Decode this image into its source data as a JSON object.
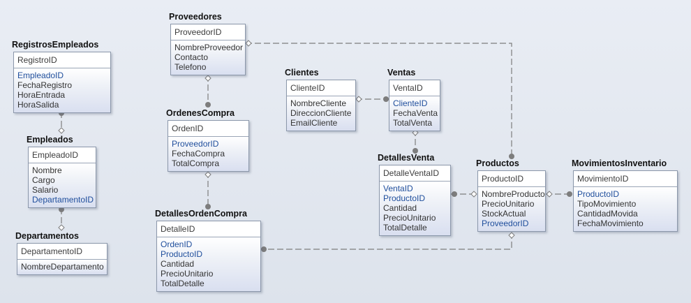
{
  "colors": {
    "fk_text": "#1f4e9c",
    "attr_text": "#333333",
    "connector": "#7d7d7d"
  },
  "entities": {
    "proveedores": {
      "title": "Proveedores",
      "pk": "ProveedorID",
      "attributes": [
        {
          "name": "NombreProveedor",
          "fk": false
        },
        {
          "name": "Contacto",
          "fk": false
        },
        {
          "name": "Telefono",
          "fk": false
        }
      ]
    },
    "registros_empleados": {
      "title": "RegistrosEmpleados",
      "pk": "RegistroID",
      "attributes": [
        {
          "name": "EmpleadoID",
          "fk": true
        },
        {
          "name": "FechaRegistro",
          "fk": false
        },
        {
          "name": "HoraEntrada",
          "fk": false
        },
        {
          "name": "HoraSalida",
          "fk": false
        }
      ]
    },
    "empleados": {
      "title": "Empleados",
      "pk": "EmpleadoID",
      "attributes": [
        {
          "name": "Nombre",
          "fk": false
        },
        {
          "name": "Cargo",
          "fk": false
        },
        {
          "name": "Salario",
          "fk": false
        },
        {
          "name": "DepartamentoID",
          "fk": true
        }
      ]
    },
    "departamentos": {
      "title": "Departamentos",
      "pk": "DepartamentoID",
      "attributes": [
        {
          "name": "NombreDepartamento",
          "fk": false
        }
      ]
    },
    "ordenes_compra": {
      "title": "OrdenesCompra",
      "pk": "OrdenID",
      "attributes": [
        {
          "name": "ProveedorID",
          "fk": true
        },
        {
          "name": "FechaCompra",
          "fk": false
        },
        {
          "name": "TotalCompra",
          "fk": false
        }
      ]
    },
    "detalles_orden_compra": {
      "title": "DetallesOrdenCompra",
      "pk": "DetalleID",
      "attributes": [
        {
          "name": "OrdenID",
          "fk": true
        },
        {
          "name": "ProductoID",
          "fk": true
        },
        {
          "name": "Cantidad",
          "fk": false
        },
        {
          "name": "PrecioUnitario",
          "fk": false
        },
        {
          "name": "TotalDetalle",
          "fk": false
        }
      ]
    },
    "clientes": {
      "title": "Clientes",
      "pk": "ClienteID",
      "attributes": [
        {
          "name": "NombreCliente",
          "fk": false
        },
        {
          "name": "DireccionCliente",
          "fk": false
        },
        {
          "name": "EmailCliente",
          "fk": false
        }
      ]
    },
    "ventas": {
      "title": "Ventas",
      "pk": "VentaID",
      "attributes": [
        {
          "name": "ClienteID",
          "fk": true
        },
        {
          "name": "FechaVenta",
          "fk": false
        },
        {
          "name": "TotalVenta",
          "fk": false
        }
      ]
    },
    "detalles_venta": {
      "title": "DetallesVenta",
      "pk": "DetalleVentaID",
      "attributes": [
        {
          "name": "VentaID",
          "fk": true
        },
        {
          "name": "ProductoID",
          "fk": true
        },
        {
          "name": "Cantidad",
          "fk": false
        },
        {
          "name": "PrecioUnitario",
          "fk": false
        },
        {
          "name": "TotalDetalle",
          "fk": false
        }
      ]
    },
    "productos": {
      "title": "Productos",
      "pk": "ProductoID",
      "attributes": [
        {
          "name": "NombreProducto",
          "fk": false
        },
        {
          "name": "PrecioUnitario",
          "fk": false
        },
        {
          "name": "StockActual",
          "fk": false
        },
        {
          "name": "ProveedorID",
          "fk": true
        }
      ]
    },
    "movimientos_inventario": {
      "title": "MovimientosInventario",
      "pk": "MovimientoID",
      "attributes": [
        {
          "name": "ProductoID",
          "fk": true
        },
        {
          "name": "TipoMovimiento",
          "fk": false
        },
        {
          "name": "CantidadMovida",
          "fk": false
        },
        {
          "name": "FechaMovimiento",
          "fk": false
        }
      ]
    }
  },
  "relationships": [
    {
      "from": "empleados",
      "to": "registros_empleados",
      "identifying": false
    },
    {
      "from": "departamentos",
      "to": "empleados",
      "identifying": false
    },
    {
      "from": "proveedores",
      "to": "ordenes_compra",
      "identifying": false
    },
    {
      "from": "ordenes_compra",
      "to": "detalles_orden_compra",
      "identifying": false
    },
    {
      "from": "proveedores",
      "to": "productos",
      "identifying": false
    },
    {
      "from": "clientes",
      "to": "ventas",
      "identifying": false
    },
    {
      "from": "ventas",
      "to": "detalles_venta",
      "identifying": false
    },
    {
      "from": "productos",
      "to": "detalles_venta",
      "identifying": false
    },
    {
      "from": "productos",
      "to": "movimientos_inventario",
      "identifying": false
    },
    {
      "from": "productos",
      "to": "detalles_orden_compra",
      "identifying": false
    }
  ]
}
